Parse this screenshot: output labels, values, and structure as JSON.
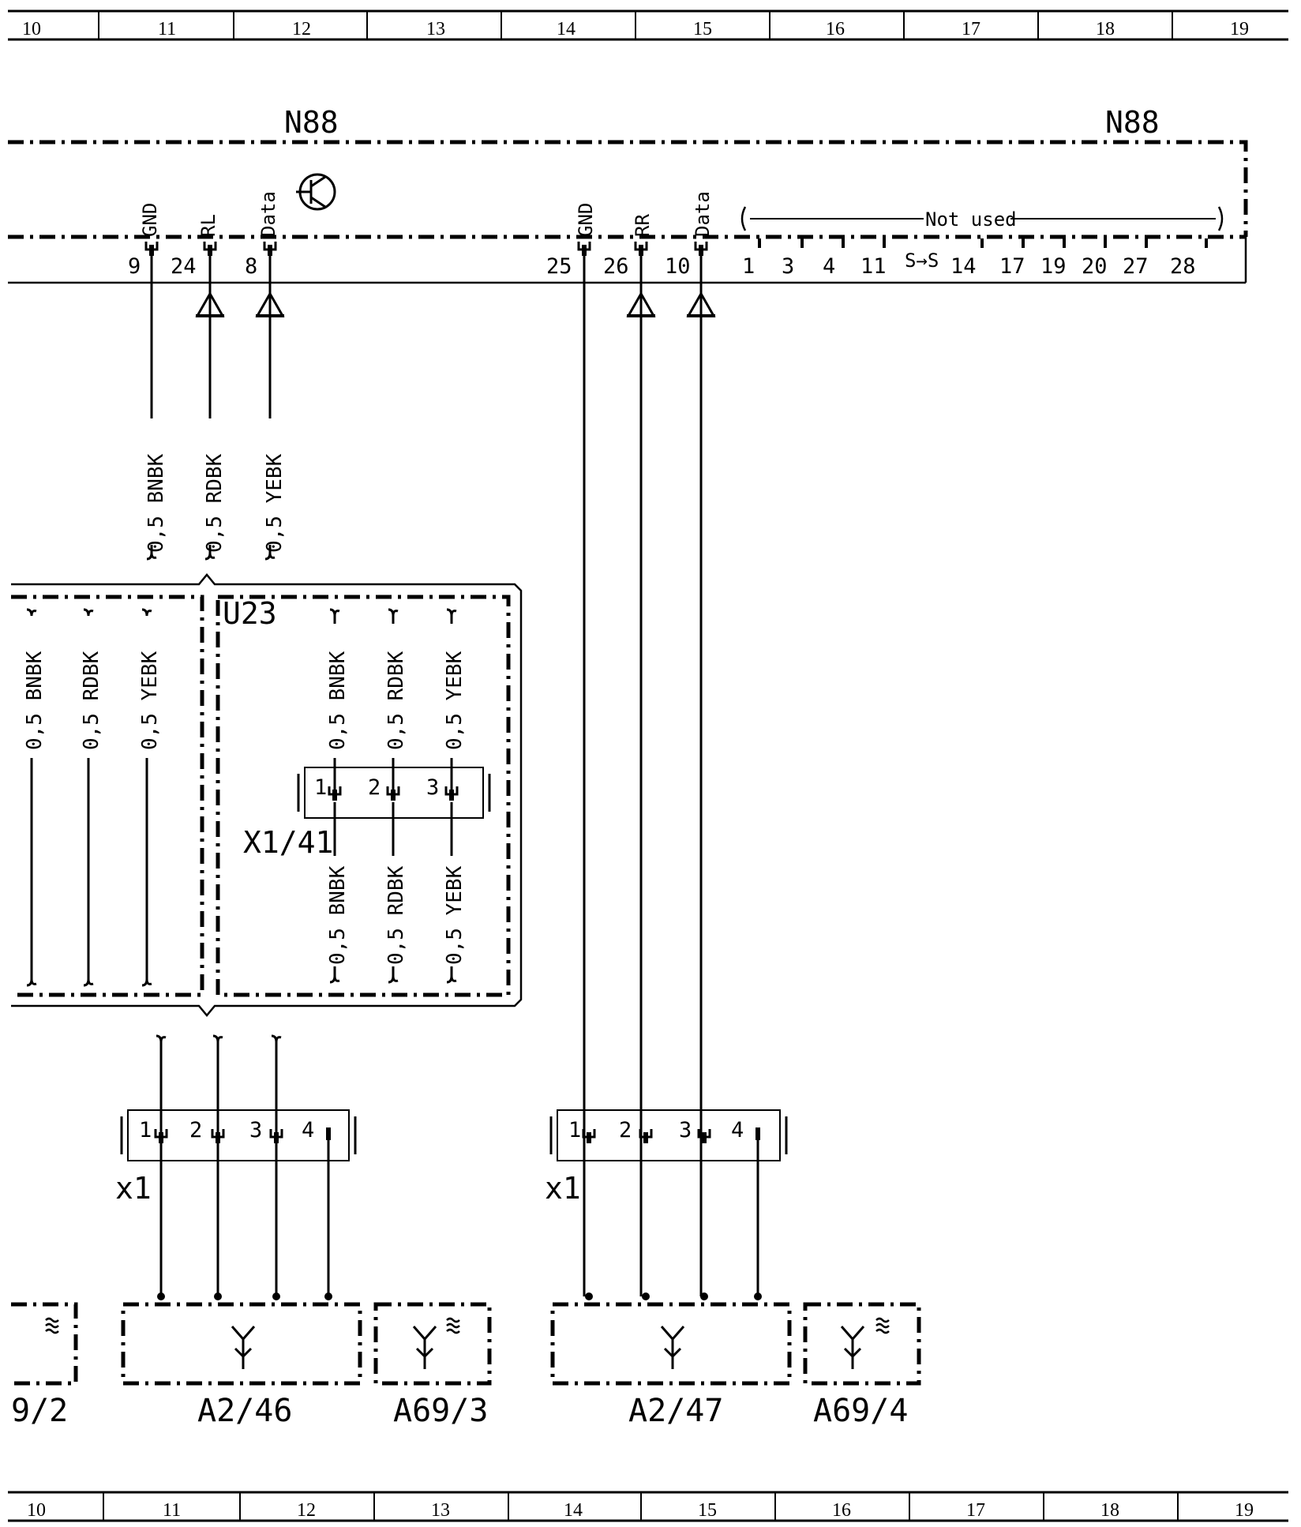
{
  "grid": {
    "columns": [
      "10",
      "11",
      "12",
      "13",
      "14",
      "15",
      "16",
      "17",
      "18",
      "19"
    ]
  },
  "n88": {
    "label_left": "N88",
    "label_right": "N88",
    "not_used": "Not used",
    "signals_left": [
      "GND",
      "RL",
      "Data"
    ],
    "signals_right": [
      "GND",
      "RR",
      "Data"
    ],
    "pins_left": [
      "9",
      "24",
      "8"
    ],
    "pins_right": [
      "25",
      "26",
      "10"
    ],
    "unused_pins": [
      "1",
      "3",
      "4",
      "11",
      "14",
      "17",
      "19",
      "20",
      "27",
      "28"
    ],
    "break_symbol": "S→S"
  },
  "wires_top_left": [
    "0,5 BNBK",
    "0,5 RDBK",
    "0,5 YEBK"
  ],
  "u23": {
    "label": "U23",
    "outer_wires": [
      "0,5 BNBK",
      "0,5 RDBK",
      "0,5 YEBK"
    ],
    "inner_wires_top": [
      "0,5 BNBK",
      "0,5 RDBK",
      "0,5 YEBK"
    ],
    "inner_wires_bottom": [
      "0,5 BNBK",
      "0,5 RDBK",
      "0,5 YEBK"
    ],
    "connector_label": "X1/41",
    "connector_pins": [
      "1",
      "2",
      "3"
    ]
  },
  "connector_x1_left": {
    "label": "x1",
    "pins": [
      "1",
      "2",
      "3",
      "4"
    ]
  },
  "connector_x1_right": {
    "label": "x1",
    "pins": [
      "1",
      "2",
      "3",
      "4"
    ]
  },
  "components": {
    "partial_left": "9/2",
    "a2_46": "A2/46",
    "a69_3": "A69/3",
    "a2_47": "A2/47",
    "a69_4": "A69/4"
  }
}
